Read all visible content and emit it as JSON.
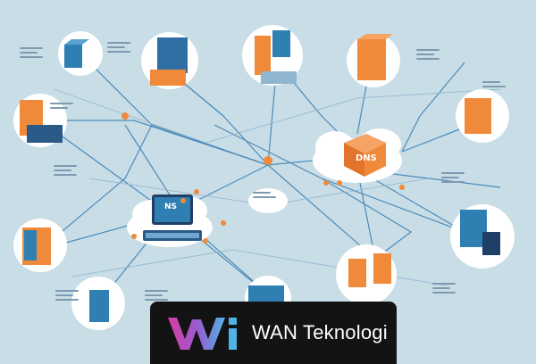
{
  "image": {
    "description_labels": {
      "center_hub": "DNS",
      "monitor_screen": "NS"
    },
    "brand_text": "WAN Teknologi",
    "colors": {
      "background": "#c9dde6",
      "accent_orange": "#f08a3a",
      "accent_blue": "#2f7fb3",
      "banner": "#131313",
      "logo_gradient_start": "#d63fa0",
      "logo_gradient_end": "#4fb3e6"
    }
  }
}
